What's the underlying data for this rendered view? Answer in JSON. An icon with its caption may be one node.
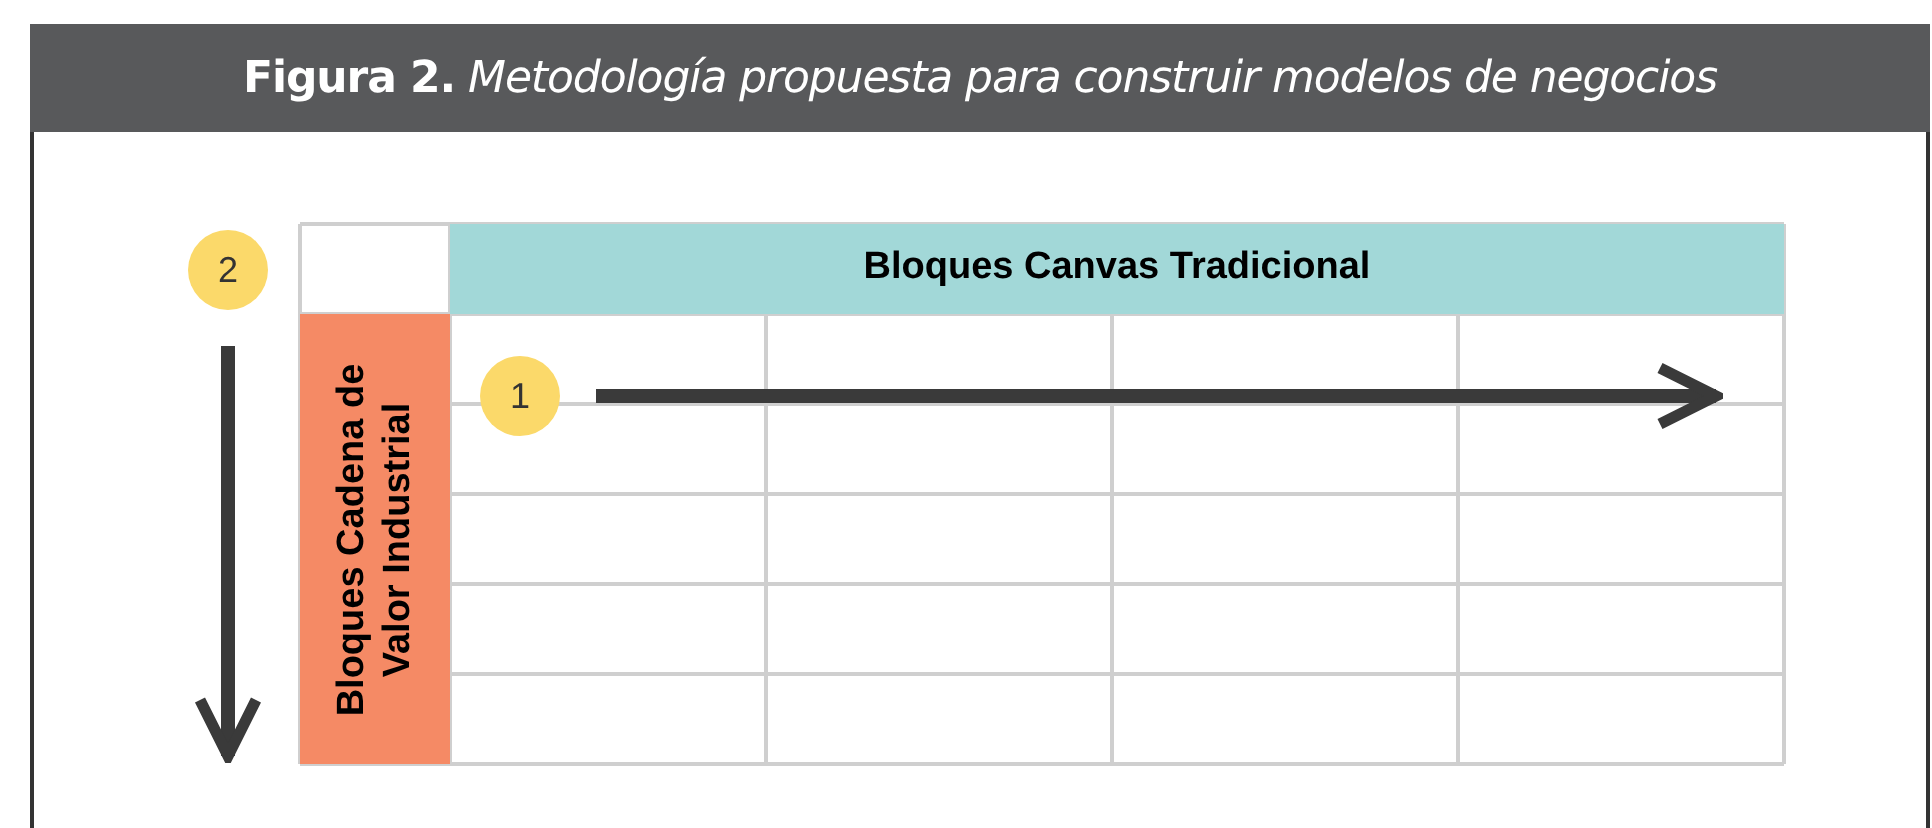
{
  "diagram": {
    "title": "**Figura 2.** *Metodología propuesta para construir modelos de negocios*",
    "nodes": [
      {
        "text": [
          "Bloques Canvas Tradicional"
        ]
      },
      {
        "text": [
          "Bloques Cadena de Valor Industrial"
        ]
      },
      {
        "text": [
          "1"
        ]
      },
      {
        "text": [
          "2"
        ]
      }
    ],
    "edges": [
      {
        "from": 2,
        "to": 0,
        "arrow": "to"
      },
      {
        "from": 3,
        "to": 1,
        "arrow": "to"
      }
    ]
  }
}
